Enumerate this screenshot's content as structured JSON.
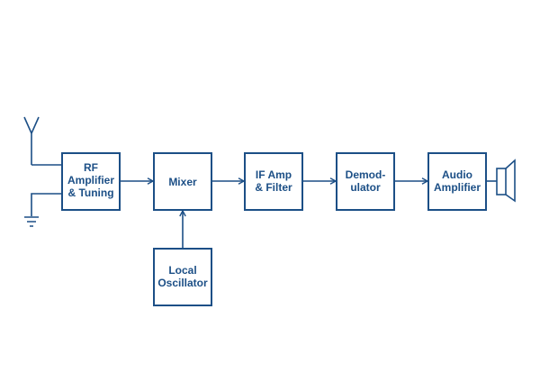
{
  "colors": {
    "line": "#1c4f86",
    "background": "#ffffff"
  },
  "blocks": {
    "rf": {
      "lines": [
        "RF",
        "Amplifier",
        "& Tuning"
      ]
    },
    "mixer": {
      "lines": [
        "Mixer"
      ]
    },
    "if": {
      "lines": [
        "IF Amp",
        "& Filter"
      ]
    },
    "demod": {
      "lines": [
        "Demod-",
        "ulator"
      ]
    },
    "audio": {
      "lines": [
        "Audio",
        "Amplifier"
      ]
    },
    "lo": {
      "lines": [
        "Local",
        "Oscillator"
      ]
    }
  },
  "icons": {
    "antenna": "antenna-icon",
    "ground": "ground-icon",
    "speaker": "speaker-icon"
  }
}
